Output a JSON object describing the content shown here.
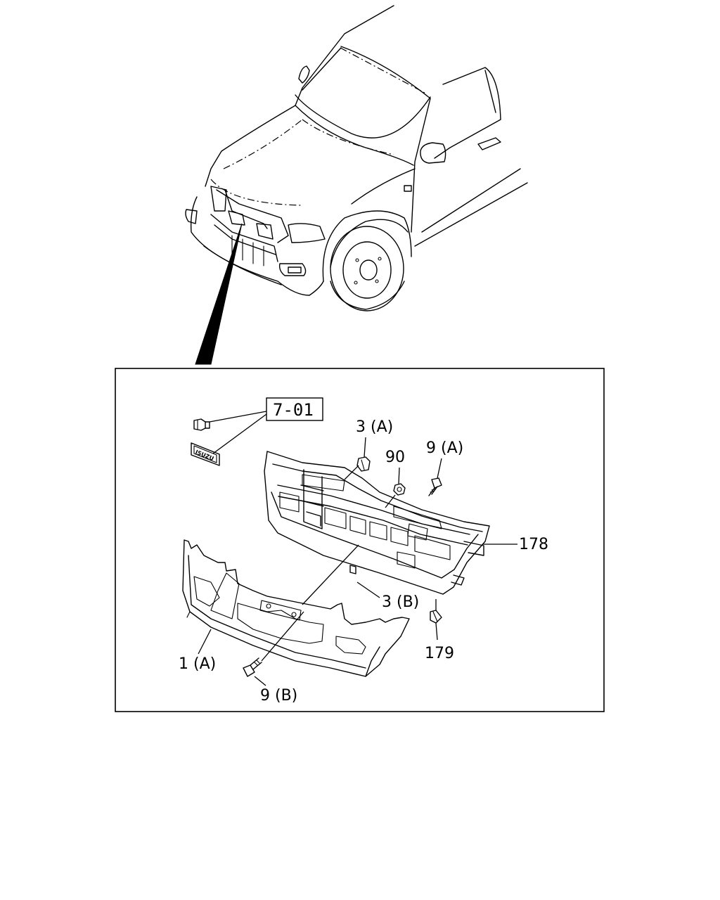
{
  "ref_box": "7-01",
  "callouts": {
    "c3a": "3 (A)",
    "c90": "90",
    "c9a": "9 (A)",
    "c178": "178",
    "c3b": "3 (B)",
    "c179": "179",
    "c1a": "1 (A)",
    "c9b": "9 (B)"
  },
  "emblem_text": "ISUZU"
}
